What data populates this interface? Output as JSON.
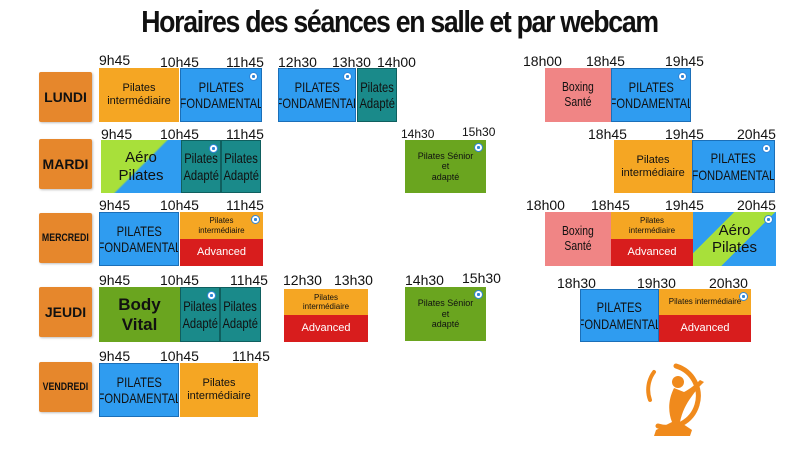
{
  "title": "Horaires des séances en salle et  par webcam",
  "days": {
    "lundi": "LUNDI",
    "mardi": "MARDI",
    "mercredi": "MERCREDI",
    "jeudi": "JEUDI",
    "vendredi": "VENDREDI"
  },
  "times": {
    "lundi": [
      "9h45",
      "10h45",
      "11h45",
      "12h30",
      "13h30",
      "14h00",
      "18h00",
      "18h45",
      "19h45"
    ],
    "mardi": [
      "9h45",
      "10h45",
      "11h45",
      "14h30",
      "15h30",
      "18h45",
      "19h45",
      "20h45"
    ],
    "mercredi": [
      "9h45",
      "10h45",
      "11h45",
      "18h00",
      "18h45",
      "19h45",
      "20h45"
    ],
    "jeudi": [
      "9h45",
      "10h45",
      "11h45",
      "12h30",
      "13h30",
      "14h30",
      "15h30",
      "18h30",
      "19h30",
      "20h30"
    ],
    "vendredi": [
      "9h45",
      "10h45",
      "11h45"
    ]
  },
  "classes": {
    "pilates_intermediaire_l1": "Pilates",
    "pilates_intermediaire_l2": "intermédiaire",
    "pilates": "PILATES",
    "fondamental": "FONDAMENTAL",
    "pilates_cap": "Pilates",
    "adapte": "Adapté",
    "boxing": "Boxing",
    "sante": "Santé",
    "aero": "Aéro",
    "pilates_title": "Pilates",
    "senior_l1": "Pilates Sénior",
    "senior_l2": "et",
    "senior_l3": "adapté",
    "intermediaire_small": "Pilates intermédiaire",
    "advanced": "Advanced",
    "body": "Body",
    "vital": "Vital"
  },
  "colors": {
    "day_orange": "#e6872c",
    "fondamental_blue": "#2f9cf0",
    "intermediaire_orange": "#f5a623",
    "adapte_teal": "#1a8a8a",
    "senior_green": "#6aa51f",
    "boxing_pink": "#f08585",
    "advanced_red": "#d81d1d",
    "aero_green": "#a8e03a",
    "logo_orange": "#f08a1c"
  },
  "icons": {
    "webcam": "webcam-icon",
    "logo": "yoga-pose-logo"
  }
}
